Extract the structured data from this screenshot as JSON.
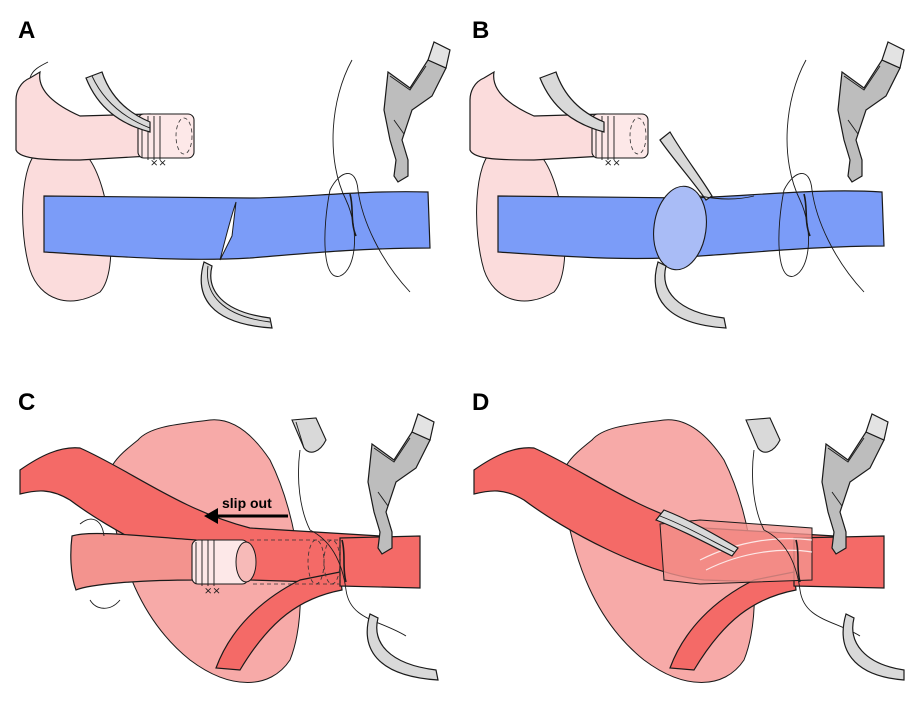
{
  "panels": [
    {
      "label": "A"
    },
    {
      "label": "B"
    },
    {
      "label": "C",
      "annotation": "slip out"
    },
    {
      "label": "D"
    }
  ],
  "colors": {
    "vein": "#7b9cf8",
    "artery": "#f46a67",
    "artery_light": "#f3938e",
    "tissue_pink": "#fbdcdc",
    "tissue_salmon": "#f7aaa8",
    "instrument_gray": "#b0b0b0",
    "instrument_light": "#e2e2e2"
  }
}
